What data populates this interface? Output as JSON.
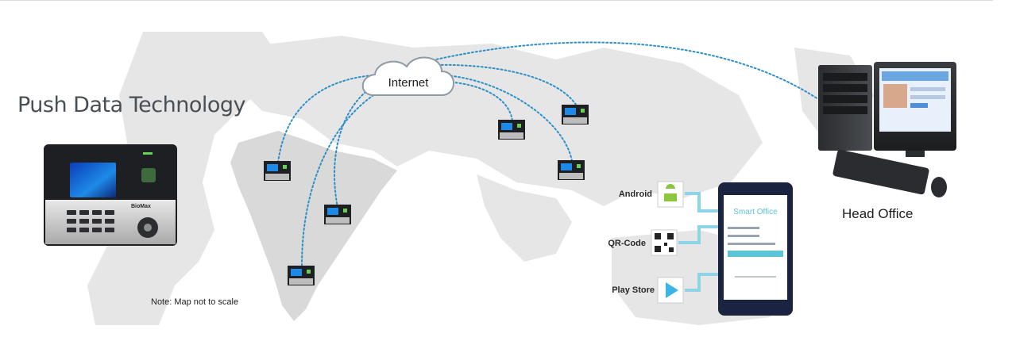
{
  "title": "Push Data Technology",
  "note": "Note: Map not to scale",
  "cloud_label": "Internet",
  "head_office_label": "Head Office",
  "app_sources": [
    {
      "label": "Android",
      "icon": "android-icon"
    },
    {
      "label": "QR-Code",
      "icon": "qr-code-icon"
    },
    {
      "label": "Play Store",
      "icon": "play-store-icon"
    }
  ],
  "device_brand": "BioMax",
  "phone_app_name": "Smart Office",
  "colors": {
    "connection_line": "#2f8fc9",
    "app_link": "#8fd3e8",
    "map_land": "#e6e6e6"
  }
}
